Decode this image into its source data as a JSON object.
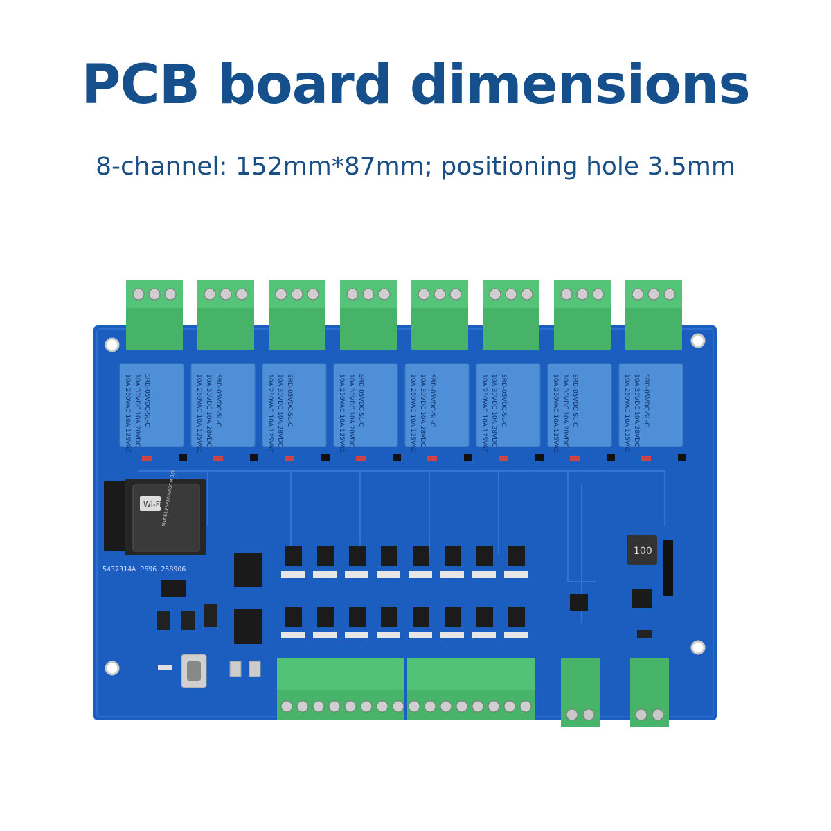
{
  "title": "PCB board dimensions",
  "subtitle": "8-channel: 152mm*87mm; positioning hole 3.5mm",
  "board": {
    "relay_text": [
      "10A 250VAC 10A 125VAC",
      "10A 30VDC 10A 28VDC",
      "SRD-05VDC-SL-C"
    ],
    "module_text": [
      "Wi-Fi",
      "MODEL:ESP32-WROOM-32E"
    ],
    "silkscreen_serial": "5437314A_P696_258906",
    "inductor_marking": "100",
    "relay_count": 8,
    "colors": {
      "pcb": "#1c5ec0",
      "relay": "#4e8cd6",
      "terminal": "#49b86c",
      "module": "#1e1e1e"
    }
  }
}
